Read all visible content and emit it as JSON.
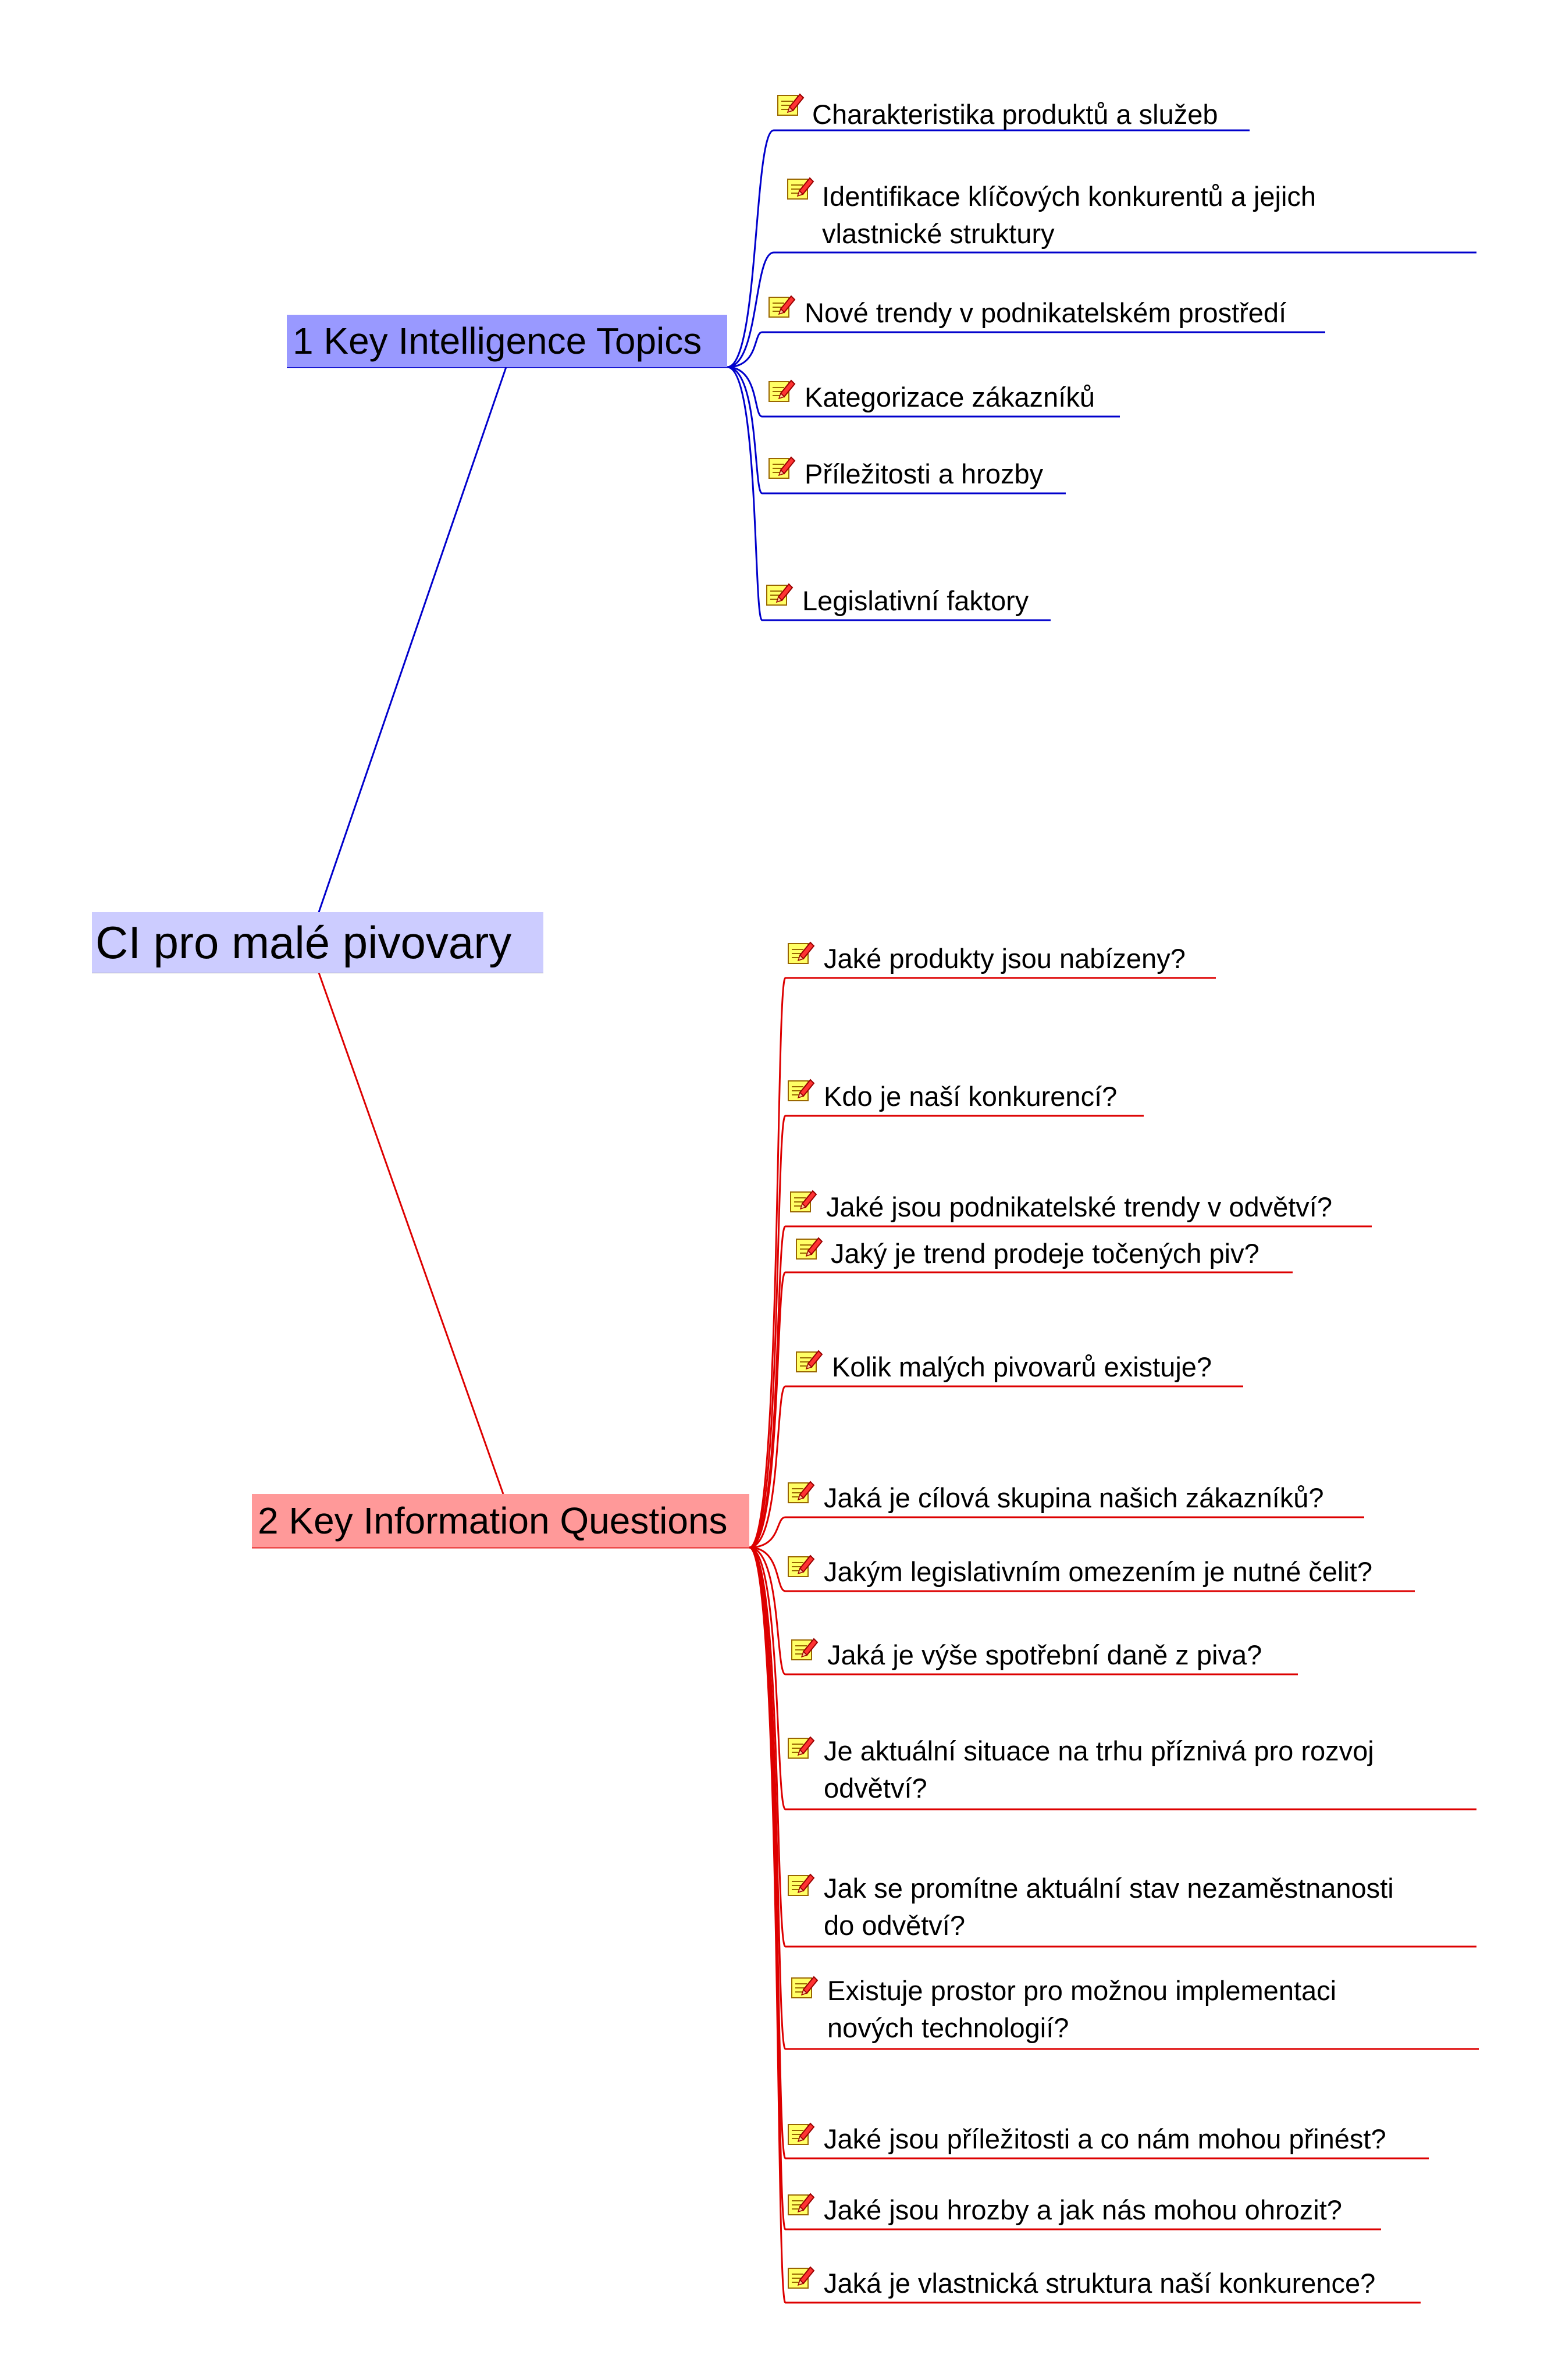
{
  "root": {
    "label": "CI pro malé pivovary"
  },
  "branches": [
    {
      "label": "1 Key Intelligence Topics",
      "color": "#0000cc",
      "fill": "#9999ff",
      "items": [
        {
          "lines": [
            "Charakteristika produktů a služeb"
          ]
        },
        {
          "lines": [
            "Identifikace klíčových konkurentů a jejich",
            "vlastnické struktury"
          ]
        },
        {
          "lines": [
            "Nové trendy v podnikatelském prostředí"
          ]
        },
        {
          "lines": [
            "Kategorizace zákazníků"
          ]
        },
        {
          "lines": [
            "Příležitosti a hrozby"
          ]
        },
        {
          "lines": [
            "Legislativní faktory"
          ]
        }
      ]
    },
    {
      "label": "2 Key Information Questions",
      "color": "#dd0000",
      "fill": "#ff9999",
      "items": [
        {
          "lines": [
            "Jaké produkty jsou nabízeny?"
          ]
        },
        {
          "lines": [
            "Kdo je naší konkurencí?"
          ]
        },
        {
          "lines": [
            "Jaké jsou podnikatelské trendy v odvětví?"
          ]
        },
        {
          "lines": [
            "Jaký je trend prodeje točených piv?"
          ]
        },
        {
          "lines": [
            "Kolik malých pivovarů existuje?"
          ]
        },
        {
          "lines": [
            "Jaká je cílová skupina našich zákazníků?"
          ]
        },
        {
          "lines": [
            "Jakým legislativním omezením je nutné čelit?"
          ]
        },
        {
          "lines": [
            "Jaká je výše spotřební daně z piva?"
          ]
        },
        {
          "lines": [
            "Je aktuální situace na trhu příznivá pro rozvoj",
            "odvětví?"
          ]
        },
        {
          "lines": [
            "Jak se promítne aktuální stav nezaměstnanosti",
            "do odvětví?"
          ]
        },
        {
          "lines": [
            "Existuje prostor pro možnou implementaci",
            "nových technologií?"
          ]
        },
        {
          "lines": [
            "Jaké jsou příležitosti a co nám mohou přinést?"
          ]
        },
        {
          "lines": [
            "Jaké jsou hrozby a jak nás mohou ohrozit?"
          ]
        },
        {
          "lines": [
            "Jaká je vlastnická struktura naší konkurence?"
          ]
        }
      ]
    }
  ],
  "icon": "task-note-icon"
}
